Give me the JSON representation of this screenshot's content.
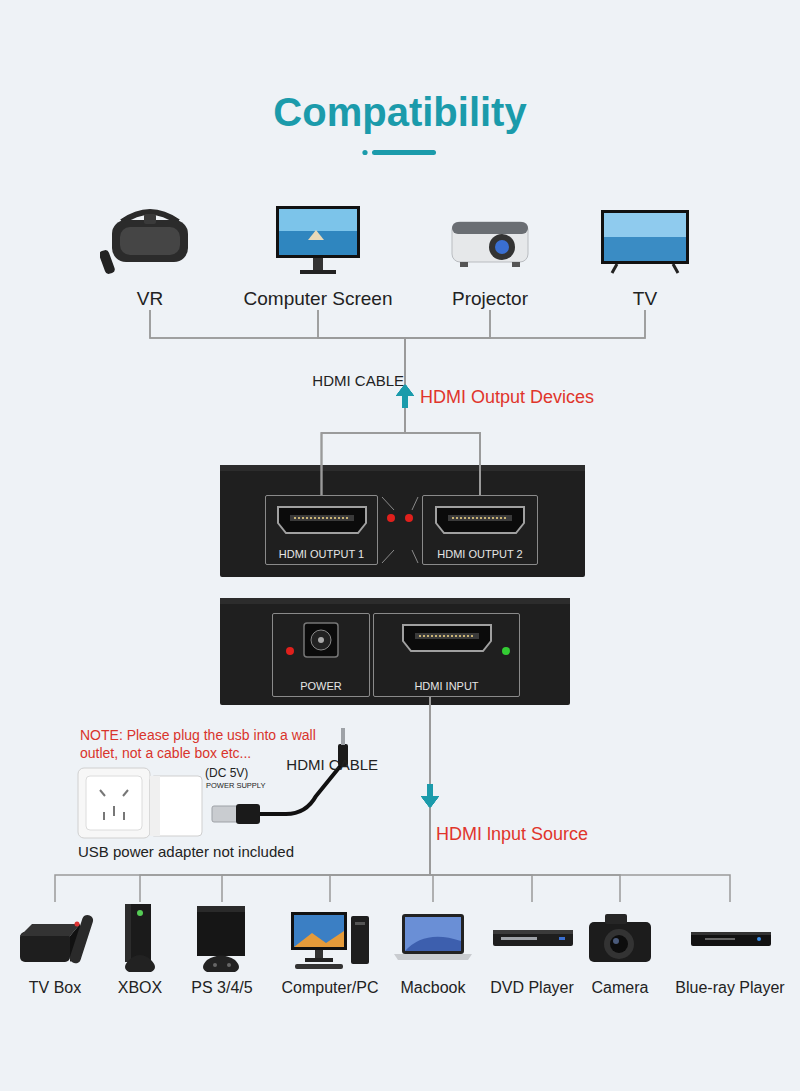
{
  "diagram": {
    "title": "Compatibility",
    "nodes": [
      {
        "text": [
          "VR"
        ]
      },
      {
        "text": [
          "Computer Screen"
        ]
      },
      {
        "text": [
          "Projector"
        ]
      },
      {
        "text": [
          "TV"
        ]
      },
      {
        "text": [
          "HDMI OUTPUT 1"
        ]
      },
      {
        "text": [
          "HDMI OUTPUT 2"
        ]
      },
      {
        "text": [
          "POWER"
        ]
      },
      {
        "text": [
          "HDMI INPUT"
        ]
      },
      {
        "text": [
          "TV Box"
        ]
      },
      {
        "text": [
          "XBOX"
        ]
      },
      {
        "text": [
          "PS 3/4/5"
        ]
      },
      {
        "text": [
          "Computer/PC"
        ]
      },
      {
        "text": [
          "Macbook"
        ]
      },
      {
        "text": [
          "DVD Player"
        ]
      },
      {
        "text": [
          "Camera"
        ]
      },
      {
        "text": [
          "Blue-ray Player"
        ]
      }
    ],
    "edges": [
      {
        "from": 4,
        "to": 0,
        "arrow": "to"
      },
      {
        "from": 4,
        "to": 1,
        "arrow": "to"
      },
      {
        "from": 4,
        "to": 2,
        "arrow": "to"
      },
      {
        "from": 4,
        "to": 3,
        "arrow": "to"
      },
      {
        "from": 5,
        "to": 0,
        "arrow": "to"
      },
      {
        "from": 5,
        "to": 1,
        "arrow": "to"
      },
      {
        "from": 5,
        "to": 2,
        "arrow": "to"
      },
      {
        "from": 5,
        "to": 3,
        "arrow": "to"
      },
      {
        "from": 7,
        "to": 8,
        "arrow": "to"
      },
      {
        "from": 7,
        "to": 9,
        "arrow": "to"
      },
      {
        "from": 7,
        "to": 10,
        "arrow": "to"
      },
      {
        "from": 7,
        "to": 11,
        "arrow": "to"
      },
      {
        "from": 7,
        "to": 12,
        "arrow": "to"
      },
      {
        "from": 7,
        "to": 13,
        "arrow": "to"
      },
      {
        "from": 7,
        "to": 14,
        "arrow": "to"
      },
      {
        "from": 7,
        "to": 15,
        "arrow": "to"
      }
    ],
    "labels": [
      "HDMI CABLE",
      "HDMI Output Devices",
      "NOTE: Please plug the usb into a wall outlet, not a cable box etc...",
      "(DC 5V)",
      "POWER SUPPLY",
      "USB power adapter not included",
      "HDMI CABLE",
      "HDMI lnput Source"
    ]
  }
}
